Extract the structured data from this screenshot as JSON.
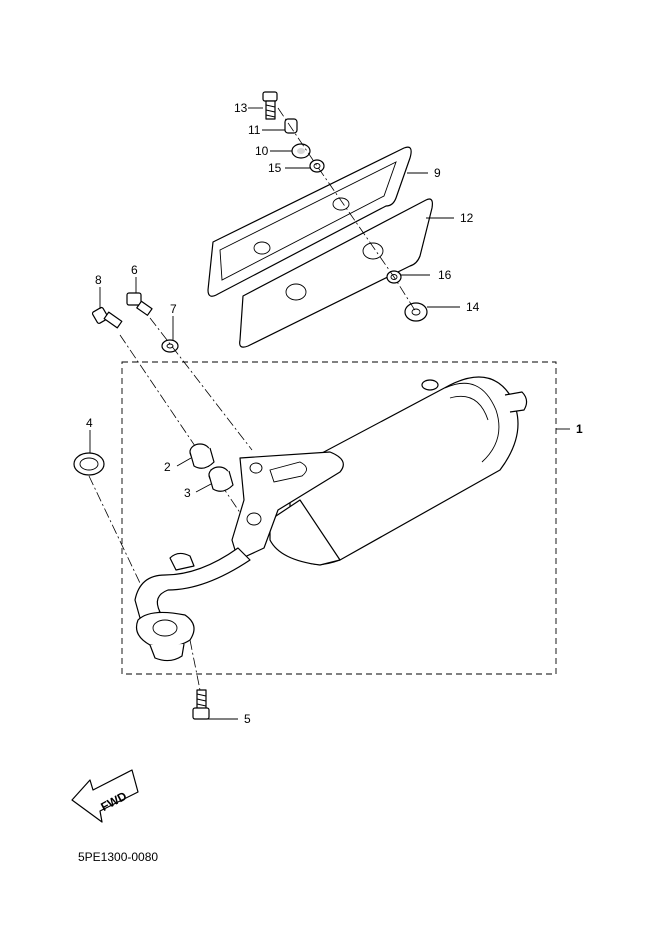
{
  "diagram": {
    "code": "5PE1300-0080",
    "fwd_label": "FWD",
    "callouts": {
      "p1": "1",
      "p2": "2",
      "p3": "3",
      "p4": "4",
      "p5": "5",
      "p6": "6",
      "p7": "7",
      "p8": "8",
      "p9": "9",
      "p10": "10",
      "p11": "11",
      "p12": "12",
      "p13": "13",
      "p14": "14",
      "p15": "15",
      "p16": "16"
    }
  }
}
